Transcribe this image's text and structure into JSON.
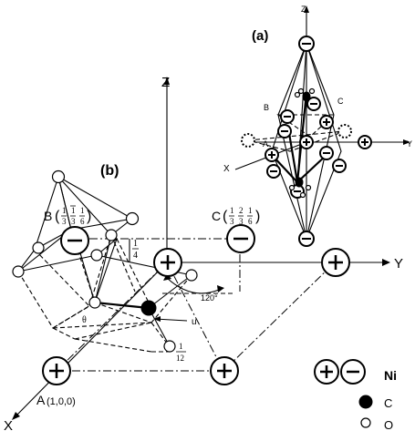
{
  "panels": {
    "a": {
      "label": "(a)",
      "axes": {
        "z": "Z",
        "x": "X",
        "y": "Y"
      },
      "sites": {
        "A": "A",
        "B": "B",
        "C": "C"
      }
    },
    "b": {
      "label": "(b)",
      "axes": {
        "z": "Z",
        "x": "X",
        "y": "Y"
      },
      "site_A": {
        "name": "A",
        "coords": "(1,0,0)"
      },
      "site_B": {
        "name": "B",
        "coords": [
          "1/3",
          "1̄/3",
          "1/6"
        ]
      },
      "site_C": {
        "name": "C",
        "coords": [
          "1/3",
          "2/3",
          "1/6"
        ]
      },
      "annotations": {
        "quarter": [
          "1",
          "4"
        ],
        "angle": "120°",
        "theta": "θ",
        "u": "u",
        "twelfth": [
          "1",
          "12"
        ]
      }
    }
  },
  "legend": {
    "ni_plus": "+",
    "ni_minus": "−",
    "ni": "Ni",
    "c": "C",
    "o": "O"
  }
}
